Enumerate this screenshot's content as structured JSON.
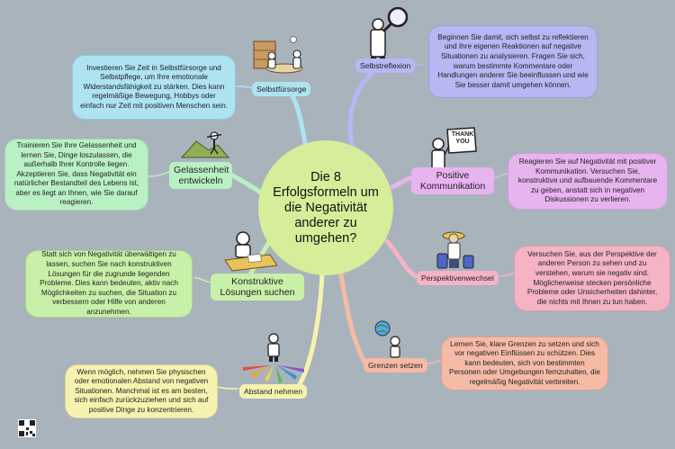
{
  "central_topic": "Die 8 Erfolgsformeln um die Negativität anderer zu umgehen?",
  "branches": [
    {
      "label": "Selbstreflexion",
      "note": "Beginnen Sie damit, sich selbst zu reflektieren und Ihre eigenen Reaktionen auf negative Situationen zu analysieren. Fragen Sie sich, warum bestimmte Kommentare oder Handlungen anderer Sie beeinflussen und wie Sie besser damit umgehen können.",
      "color": "#b6b7f3"
    },
    {
      "label": "Positive Kommunikation",
      "note": "Reagieren Sie auf Negativität mit positiver Kommunikation. Versuchen Sie, konstruktive und aufbauende Kommentare zu geben, anstatt sich in negativen Diskussionen zu verlieren.",
      "color": "#e7b4ef"
    },
    {
      "label": "Perspektivenwechsel",
      "note": "Versuchen Sie, aus der Perspektive der anderen Person zu sehen und zu verstehen, warum sie negativ sind. Möglicherweise stecken persönliche Probleme oder Unsicherheiten dahinter, die nichts mit Ihnen zu tun haben.",
      "color": "#f5b3c4"
    },
    {
      "label": "Grenzen setzen",
      "note": "Lernen Sie, klare Grenzen zu setzen und sich vor negativen Einflüssen zu schützen. Dies kann bedeuten, sich von bestimmten Personen oder Umgebungen fernzuhalten, die regelmäßig Negativität verbreiten.",
      "color": "#f6bba5"
    },
    {
      "label": "Abstand nehmen",
      "note": "Wenn möglich, nehmen Sie physischen oder emotionalen Abstand von negativen Situationen. Manchmal ist es am besten, sich einfach zurückzuziehen und sich auf positive Dinge zu konzentrieren.",
      "color": "#f6f3b0"
    },
    {
      "label": "Konstruktive Lösungen suchen",
      "note": "Statt sich von Negativität überwältigen zu lassen, suchen Sie nach konstruktiven Lösungen für die zugrunde liegenden Probleme. Dies kann bedeuten, aktiv nach Möglichkeiten zu suchen, die Situation zu verbessern oder Hilfe von anderen anzunehmen.",
      "color": "#c8f0a8"
    },
    {
      "label": "Gelassenheit entwickeln",
      "note": "Trainieren Sie Ihre Gelassenheit und lernen Sie, Dinge loszulassen, die außerhalb Ihrer Kontrolle liegen. Akzeptieren Sie, dass Negativität ein natürlicher Bestandteil des Lebens ist, aber es liegt an Ihnen, wie Sie darauf reagieren.",
      "color": "#b9f1c4"
    },
    {
      "label": "Selbstfürsorge",
      "note": "Investieren Sie Zeit in Selbstfürsorge und Selbstpflege, um Ihre emotionale Widerstandsfähigkeit zu stärken. Dies kann regelmäßige Bewegung, Hobbys oder einfach nur Zeit mit positiven Menschen sein.",
      "color": "#aee3f2"
    }
  ],
  "thank_you_sign": "THANK YOU",
  "colors": {
    "background": "#a9b3bc",
    "center": "#d6ee9a"
  }
}
